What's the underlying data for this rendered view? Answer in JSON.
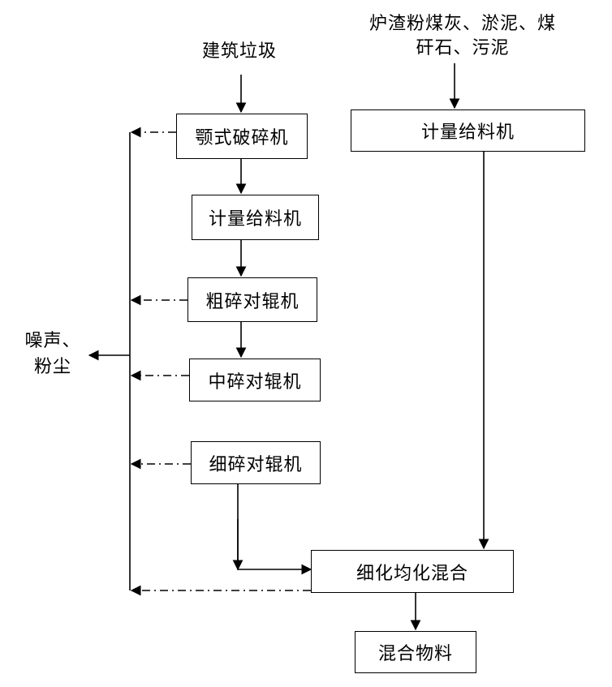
{
  "inputs": {
    "construction_waste": "建筑垃圾",
    "slag_line1": "炉渣粉煤灰、淤泥、煤",
    "slag_line2": "矸石、污泥"
  },
  "nodes": {
    "jaw_crusher": "颚式破碎机",
    "feeder_left": "计量给料机",
    "coarse_roller": "粗碎对辊机",
    "medium_roller": "中碎对辊机",
    "fine_roller": "细碎对辊机",
    "feeder_right": "计量给料机",
    "mixer": "细化均化混合",
    "product": "混合物料"
  },
  "output": {
    "noise_line1": "噪声、",
    "noise_line2": "粉尘"
  }
}
